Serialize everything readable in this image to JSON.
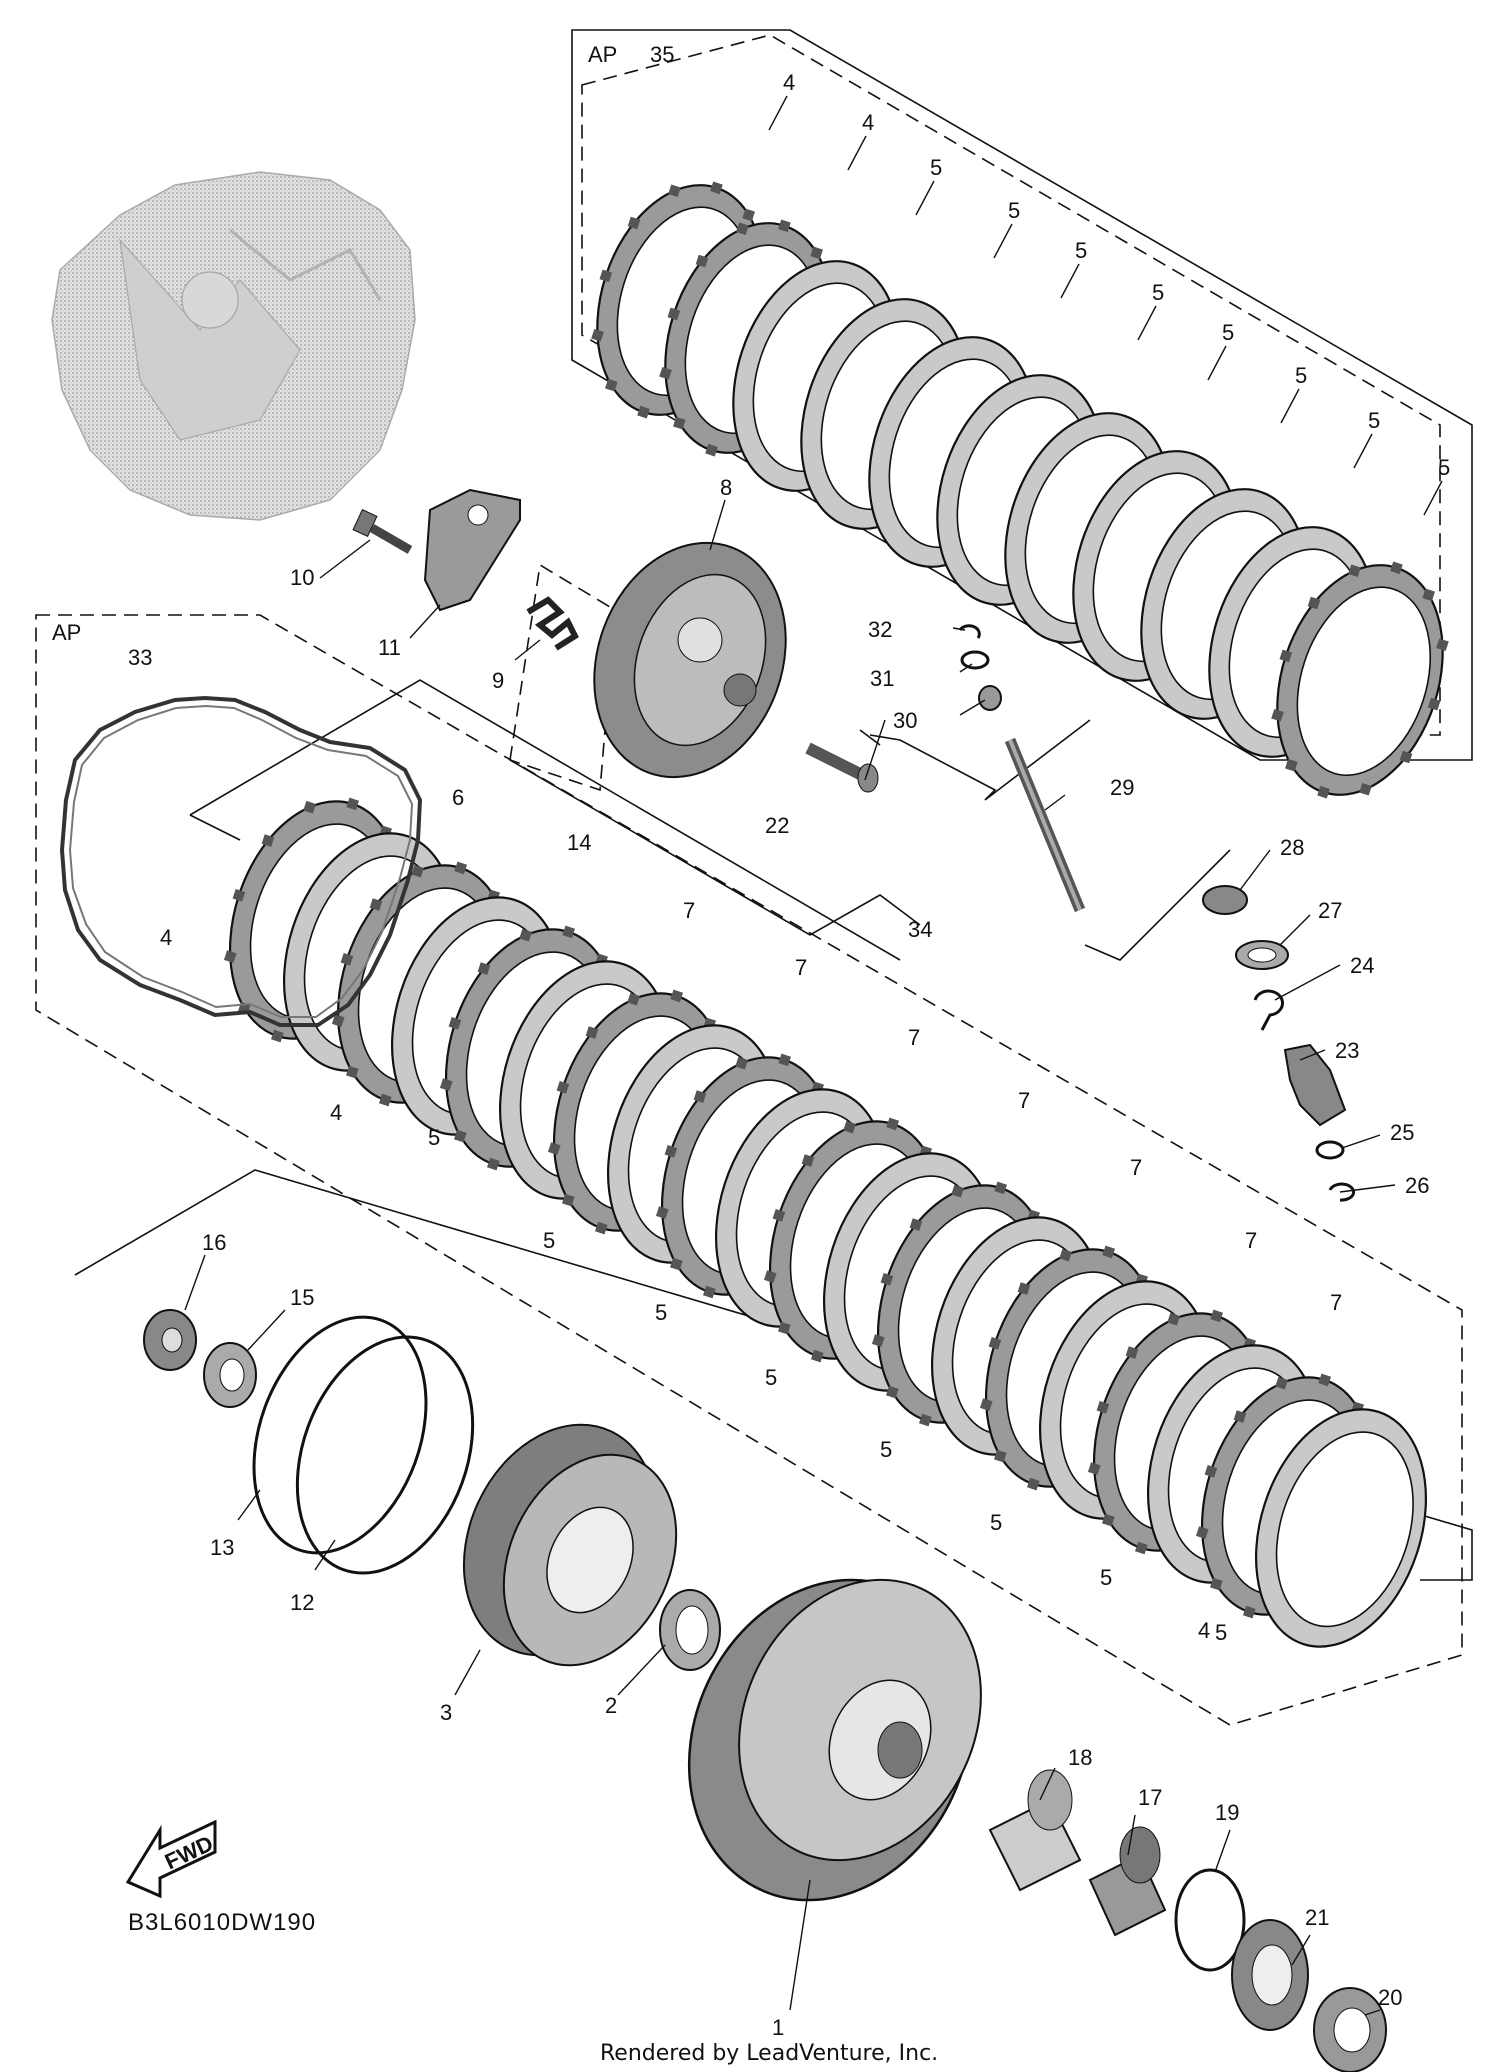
{
  "diagram_code": "B3L6010DW190",
  "footer_text": "Rendered by LeadVenture, Inc.",
  "fwd_label": "FWD",
  "group_labels": {
    "top_group_tag": "AP",
    "top_group_number": "35",
    "left_group_tag": "AP",
    "left_group_number": "33",
    "lower_group_number": "34"
  },
  "top_plate_labels": [
    "4",
    "4",
    "5",
    "5",
    "5",
    "5",
    "5",
    "5",
    "5",
    "5",
    "4"
  ],
  "lower_stack_labels": [
    "6",
    "14",
    "7",
    "7",
    "7",
    "7",
    "7",
    "7",
    "7",
    "4",
    "4",
    "5",
    "5",
    "5",
    "5",
    "5",
    "5",
    "5",
    "5",
    "4"
  ],
  "part_labels": {
    "p1": "1",
    "p2": "2",
    "p3": "3",
    "p8": "8",
    "p9": "9",
    "p10": "10",
    "p11": "11",
    "p12": "12",
    "p13": "13",
    "p15": "15",
    "p16": "16",
    "p17": "17",
    "p18": "18",
    "p19": "19",
    "p20": "20",
    "p21": "21",
    "p22": "22",
    "p23": "23",
    "p24": "24",
    "p25": "25",
    "p26": "26",
    "p27": "27",
    "p28": "28",
    "p29": "29",
    "p30": "30",
    "p31": "31",
    "p32": "32"
  },
  "colors": {
    "line": "#111111",
    "part_fill": "#9a9a9a",
    "part_dark": "#555555",
    "ghost": "#d4d4d4"
  }
}
